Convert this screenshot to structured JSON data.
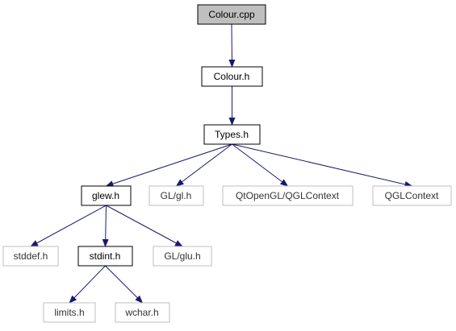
{
  "colors": {
    "root_fill": "#bfbfbf",
    "node_border": "#000000",
    "external_border": "#bfbfbf",
    "edge": "#191970"
  },
  "nodes": {
    "colour_cpp": "Colour.cpp",
    "colour_h": "Colour.h",
    "types_h": "Types.h",
    "glew_h": "glew.h",
    "gl_gl_h": "GL/gl.h",
    "qtopengl_qglcontext": "QtOpenGL/QGLContext",
    "qglcontext": "QGLContext",
    "stddef_h": "stddef.h",
    "stdint_h": "stdint.h",
    "gl_glu_h": "GL/glu.h",
    "limits_h": "limits.h",
    "wchar_h": "wchar.h"
  },
  "edges": [
    [
      "colour_cpp",
      "colour_h"
    ],
    [
      "colour_h",
      "types_h"
    ],
    [
      "types_h",
      "glew_h"
    ],
    [
      "types_h",
      "gl_gl_h"
    ],
    [
      "types_h",
      "qtopengl_qglcontext"
    ],
    [
      "types_h",
      "qglcontext"
    ],
    [
      "glew_h",
      "stddef_h"
    ],
    [
      "glew_h",
      "stdint_h"
    ],
    [
      "glew_h",
      "gl_glu_h"
    ],
    [
      "stdint_h",
      "limits_h"
    ],
    [
      "stdint_h",
      "wchar_h"
    ]
  ]
}
